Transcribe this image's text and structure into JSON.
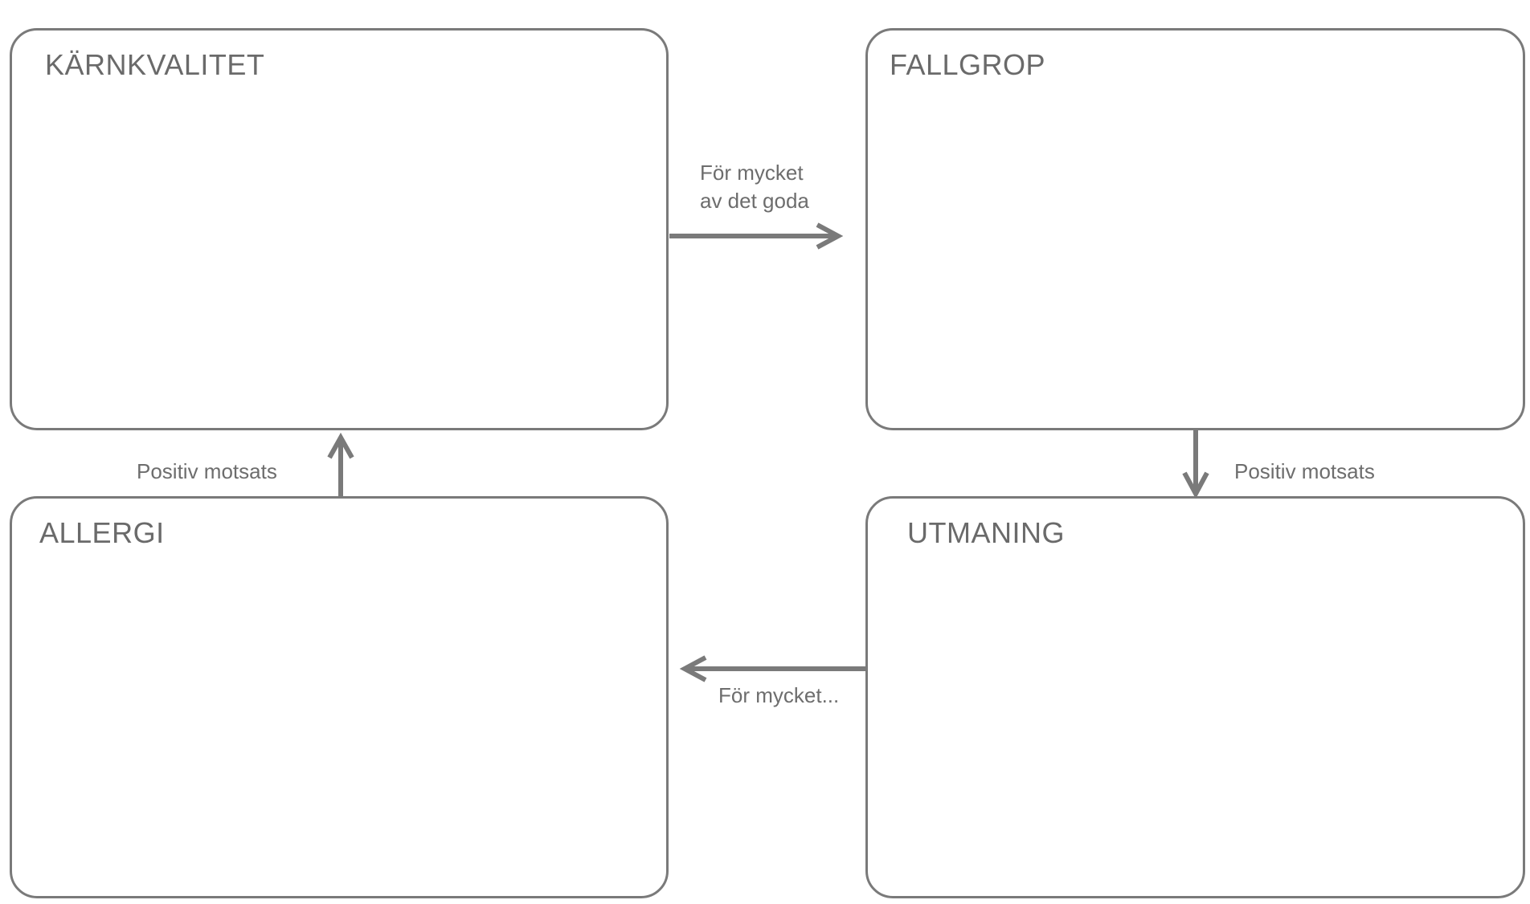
{
  "boxes": {
    "core_quality": {
      "title": "KÄRNKVALITET"
    },
    "pitfall": {
      "title": "FALLGROP"
    },
    "challenge": {
      "title": "UTMANING"
    },
    "allergy": {
      "title": "ALLERGI"
    }
  },
  "edges": {
    "core_to_pitfall": {
      "line1": "För mycket",
      "line2": "av det goda"
    },
    "pitfall_to_challenge": {
      "label": "Positiv motsats"
    },
    "challenge_to_allergy": {
      "label": "För mycket..."
    },
    "allergy_to_core": {
      "label": "Positiv motsats"
    }
  },
  "colors": {
    "stroke": "#7a7a7a",
    "text": "#6d6d6d"
  }
}
